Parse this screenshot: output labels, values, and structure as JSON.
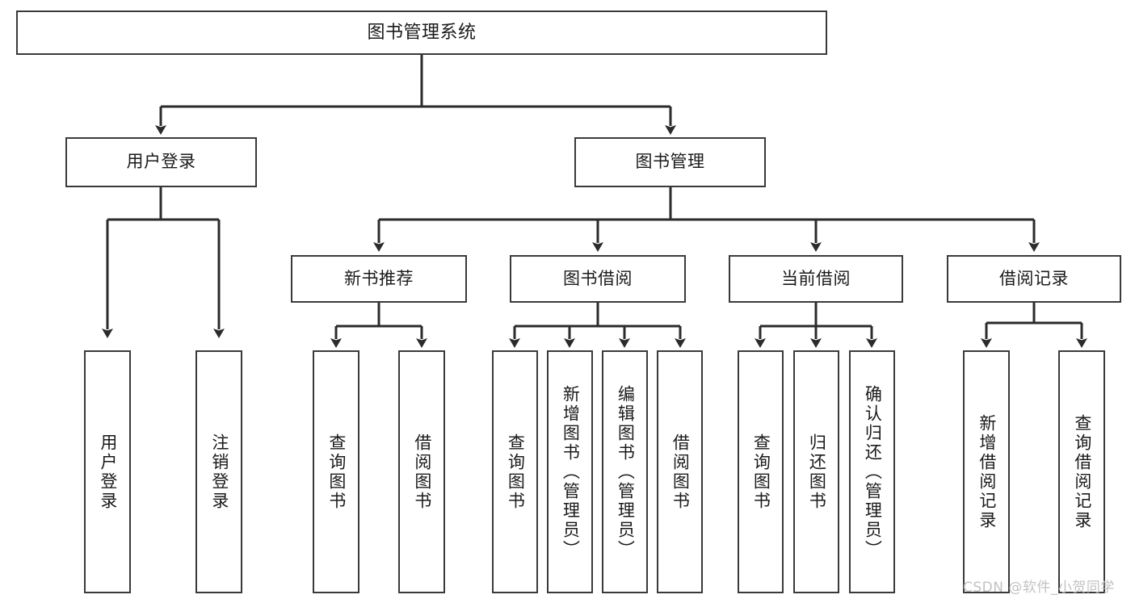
{
  "diagram": {
    "type": "tree-hierarchy",
    "title": "图书管理系统",
    "orientation": "top-down",
    "colors": {
      "box_border": "#3a3a3a",
      "box_fill": "#ffffff",
      "connector": "#2b2b2b",
      "text": "#1a1a1a",
      "watermark": "#c2c2c2",
      "background": "#ffffff"
    },
    "levels": {
      "level1": [
        "图书管理系统"
      ],
      "level2": [
        "用户登录",
        "图书管理"
      ],
      "level3": [
        "新书推荐",
        "图书借阅",
        "当前借阅",
        "借阅记录"
      ],
      "level4": [
        "用户登录",
        "注销登录",
        "查询图书",
        "借阅图书",
        "查询图书",
        "新增图书（管理员）",
        "编辑图书（管理员）",
        "借阅图书",
        "查询图书",
        "归还图书",
        "确认归还（管理员）",
        "新增借阅记录",
        "查询借阅记录"
      ]
    },
    "nodes": {
      "root": {
        "label": "图书管理系统"
      },
      "user_login": {
        "label": "用户登录"
      },
      "book_manage": {
        "label": "图书管理"
      },
      "new_book_rec": {
        "label": "新书推荐"
      },
      "book_borrow": {
        "label": "图书借阅"
      },
      "current_borrow": {
        "label": "当前借阅"
      },
      "borrow_record": {
        "label": "借阅记录"
      },
      "leaf_user_login": {
        "label": "用户登录"
      },
      "leaf_logout": {
        "label": "注销登录"
      },
      "leaf_nbr_query": {
        "label": "查询图书"
      },
      "leaf_nbr_borrow": {
        "label": "借阅图书"
      },
      "leaf_bb_query": {
        "label": "查询图书"
      },
      "leaf_bb_add": {
        "label": "新增图书（管理员）"
      },
      "leaf_bb_edit": {
        "label": "编辑图书（管理员）"
      },
      "leaf_bb_borrow": {
        "label": "借阅图书"
      },
      "leaf_cb_query": {
        "label": "查询图书"
      },
      "leaf_cb_return": {
        "label": "归还图书"
      },
      "leaf_cb_confirm": {
        "label": "确认归还（管理员）"
      },
      "leaf_br_add": {
        "label": "新增借阅记录"
      },
      "leaf_br_query": {
        "label": "查询借阅记录"
      }
    },
    "edges": [
      {
        "from": "图书管理系统",
        "to": "用户登录"
      },
      {
        "from": "图书管理系统",
        "to": "图书管理"
      },
      {
        "from": "用户登录",
        "to": "用户登录"
      },
      {
        "from": "用户登录",
        "to": "注销登录"
      },
      {
        "from": "图书管理",
        "to": "新书推荐"
      },
      {
        "from": "图书管理",
        "to": "图书借阅"
      },
      {
        "from": "图书管理",
        "to": "当前借阅"
      },
      {
        "from": "图书管理",
        "to": "借阅记录"
      },
      {
        "from": "新书推荐",
        "to": "查询图书"
      },
      {
        "from": "新书推荐",
        "to": "借阅图书"
      },
      {
        "from": "图书借阅",
        "to": "查询图书"
      },
      {
        "from": "图书借阅",
        "to": "新增图书（管理员）"
      },
      {
        "from": "图书借阅",
        "to": "编辑图书（管理员）"
      },
      {
        "from": "图书借阅",
        "to": "借阅图书"
      },
      {
        "from": "当前借阅",
        "to": "查询图书"
      },
      {
        "from": "当前借阅",
        "to": "归还图书"
      },
      {
        "from": "当前借阅",
        "to": "确认归还（管理员）"
      },
      {
        "from": "借阅记录",
        "to": "新增借阅记录"
      },
      {
        "from": "借阅记录",
        "to": "查询借阅记录"
      }
    ]
  },
  "watermark": {
    "text": "CSDN @软件_小贺同学"
  }
}
